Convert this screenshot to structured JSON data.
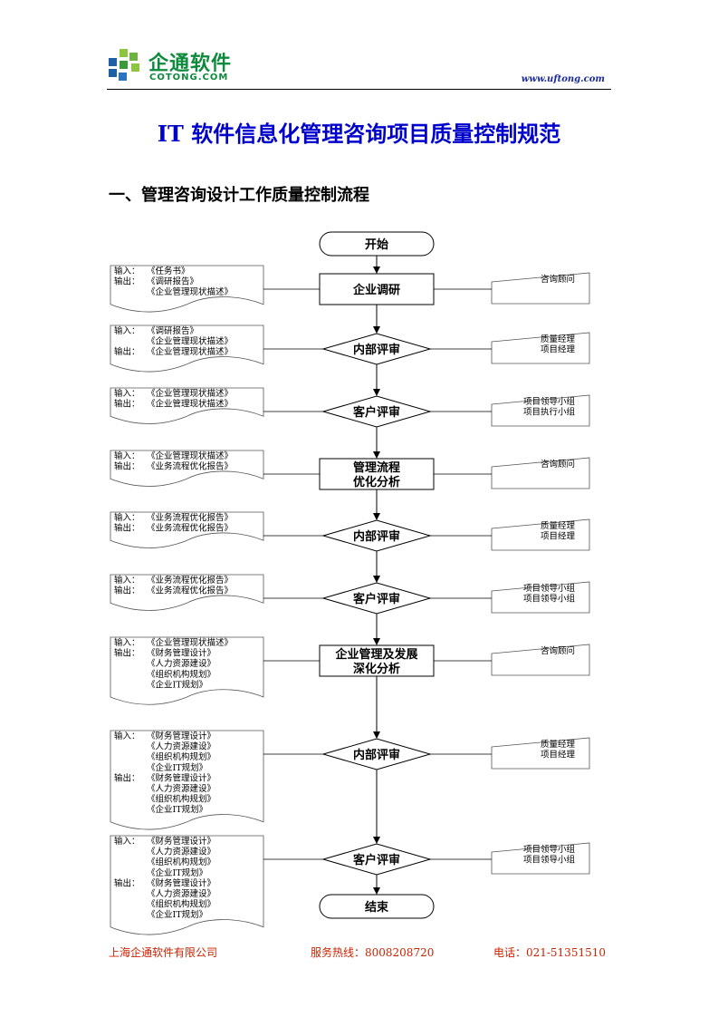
{
  "header": {
    "logo_cn": "企通软件",
    "logo_en": "COTONG.COM",
    "url": "www.uftong.com"
  },
  "title": "IT 软件信息化管理咨询项目质量控制规范",
  "section_heading": "一、管理咨询设计工作质量控制流程",
  "flow": {
    "steps": [
      {
        "shape": "terminal",
        "lines": [
          "开始"
        ]
      },
      {
        "shape": "process",
        "lines": [
          "企业调研"
        ],
        "doc": [
          [
            "输入：",
            "《任务书》"
          ],
          [
            "输出：",
            "《调研报告》"
          ],
          [
            "",
            "《企业管理现状描述》"
          ]
        ],
        "roles": [
          "咨询顾问"
        ]
      },
      {
        "shape": "decision",
        "lines": [
          "内部评审"
        ],
        "doc": [
          [
            "输入：",
            "《调研报告》"
          ],
          [
            "",
            "《企业管理现状描述》"
          ],
          [
            "输出：",
            "《企业管理现状描述》"
          ]
        ],
        "roles": [
          "质量经理",
          "项目经理"
        ]
      },
      {
        "shape": "decision",
        "lines": [
          "客户评审"
        ],
        "doc": [
          [
            "输入：",
            "《企业管理现状描述》"
          ],
          [
            "输出：",
            "《企业管理现状描述》"
          ]
        ],
        "roles": [
          "项目领导小组",
          "项目执行小组"
        ]
      },
      {
        "shape": "process",
        "lines": [
          "管理流程",
          "优化分析"
        ],
        "doc": [
          [
            "输入：",
            "《企业管理现状描述》"
          ],
          [
            "输出：",
            "《业务流程优化报告》"
          ]
        ],
        "roles": [
          "咨询顾问"
        ]
      },
      {
        "shape": "decision",
        "lines": [
          "内部评审"
        ],
        "doc": [
          [
            "输入：",
            "《业务流程优化报告》"
          ],
          [
            "输出：",
            "《业务流程优化报告》"
          ]
        ],
        "roles": [
          "质量经理",
          "项目经理"
        ]
      },
      {
        "shape": "decision",
        "lines": [
          "客户评审"
        ],
        "doc": [
          [
            "输入：",
            "《业务流程优化报告》"
          ],
          [
            "输出：",
            "《业务流程优化报告》"
          ]
        ],
        "roles": [
          "项目领导小组",
          "项目领导小组"
        ]
      },
      {
        "shape": "process",
        "lines": [
          "企业管理及发展",
          "深化分析"
        ],
        "doc": [
          [
            "输入：",
            "《企业管理现状描述》"
          ],
          [
            "输出：",
            "《财务管理设计》"
          ],
          [
            "",
            "《人力资源建设》"
          ],
          [
            "",
            "《组织机构规划》"
          ],
          [
            "",
            "《企业IT规划》"
          ]
        ],
        "roles": [
          "咨询顾问"
        ]
      },
      {
        "shape": "decision",
        "lines": [
          "内部评审"
        ],
        "doc": [
          [
            "输入：",
            "《财务管理设计》"
          ],
          [
            "",
            "《人力资源建设》"
          ],
          [
            "",
            "《组织机构规划》"
          ],
          [
            "",
            "《企业IT规划》"
          ],
          [
            "输出：",
            "《财务管理设计》"
          ],
          [
            "",
            "《人力资源建设》"
          ],
          [
            "",
            "《组织机构规划》"
          ],
          [
            "",
            "《企业IT规划》"
          ]
        ],
        "roles": [
          "质量经理",
          "项目经理"
        ]
      },
      {
        "shape": "decision",
        "lines": [
          "客户评审"
        ],
        "doc": [
          [
            "输入：",
            "《财务管理设计》"
          ],
          [
            "",
            "《人力资源建设》"
          ],
          [
            "",
            "《组织机构规划》"
          ],
          [
            "",
            "《企业IT规划》"
          ],
          [
            "输出：",
            "《财务管理设计》"
          ],
          [
            "",
            "《人力资源建设》"
          ],
          [
            "",
            "《组织机构规划》"
          ],
          [
            "",
            "《企业IT规划》"
          ]
        ],
        "roles": [
          "项目领导小组",
          "项目领导小组"
        ]
      },
      {
        "shape": "terminal",
        "lines": [
          "结束"
        ]
      }
    ]
  },
  "footer": {
    "company": "上海企通软件有限公司",
    "hotline": "服务热线：8008208720",
    "phone": "电话：021-51351510"
  },
  "colors": {
    "title": "#0000cc",
    "logo": "#0d8a3c",
    "footer": "#cc2200",
    "url": "#1a2a9a"
  }
}
